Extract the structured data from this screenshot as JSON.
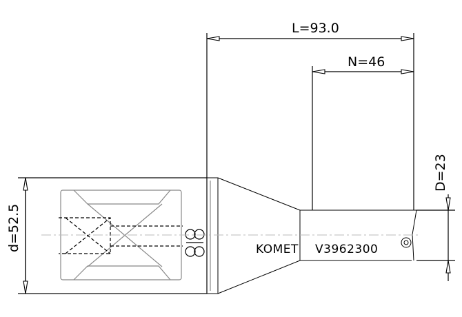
{
  "dimensions": {
    "overall_length": "L=93.0",
    "flute_length": "N=46",
    "shank_diameter": "d=52.5",
    "cutting_diameter": "D=23"
  },
  "engraving": {
    "brand": "KOMET",
    "part_number": "V3962300"
  },
  "shank_marking": "08"
}
